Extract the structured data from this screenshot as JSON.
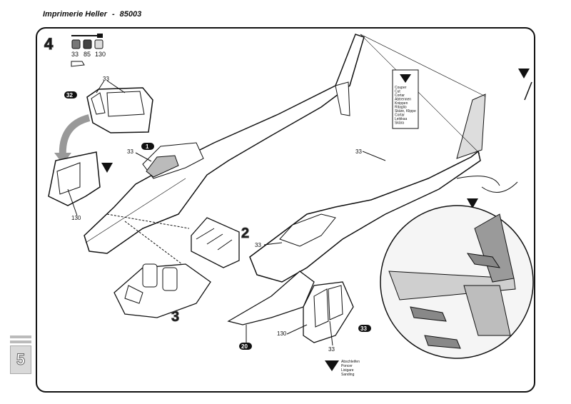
{
  "header": {
    "brand": "Imprimerie Heller",
    "separator": "-",
    "code": "85003"
  },
  "step": {
    "number": "4"
  },
  "paints": [
    {
      "code": "33"
    },
    {
      "code": "85"
    },
    {
      "code": "130"
    }
  ],
  "page_tab": {
    "number": "5"
  },
  "labels": {
    "windshield_paint": "33",
    "part_32": "32",
    "door_paint_left": "130",
    "cabin_paint": "33",
    "part_1": "1",
    "seat_group_2": "2",
    "seat_group_3": "3",
    "fuselage_paint": "33",
    "tail_paint": "33",
    "part_20": "20",
    "part_33": "33",
    "door_paint_right": "130",
    "door_frame_paint": "33"
  },
  "cut_note": {
    "lines": [
      "Couper",
      "Cut",
      "Cortar",
      "Abtrennen",
      "Knippen",
      "Ritaglio",
      "Skäre, Klippe",
      "Cortar",
      "Leikkaa",
      "Skära"
    ]
  },
  "sand_note": {
    "lines": [
      "Abschleifen",
      "Poncer",
      "Lixigare",
      "Sanding"
    ]
  }
}
